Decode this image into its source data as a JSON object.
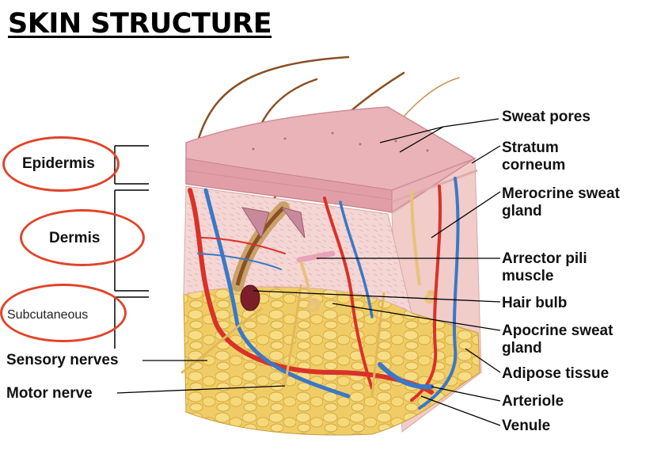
{
  "title": "SKIN STRUCTURE",
  "layers": {
    "epidermis": "Epidermis",
    "dermis": "Dermis",
    "subcutaneous": "Subcutaneous"
  },
  "labels": {
    "sweat_pores": "Sweat pores",
    "stratum_corneum_1": "Stratum",
    "stratum_corneum_2": "corneum",
    "merocrine_1": "Merocrine sweat",
    "merocrine_2": "gland",
    "arrector_1": "Arrector pili",
    "arrector_2": "muscle",
    "hair_bulb": "Hair bulb",
    "apocrine_1": "Apocrine sweat",
    "apocrine_2": "gland",
    "adipose": "Adipose tissue",
    "arteriole": "Arteriole",
    "venule": "Venule",
    "sensory_nerves": "Sensory nerves",
    "motor_nerve": "Motor nerve"
  },
  "colors": {
    "highlight_oval": "#e0442a",
    "epidermis": "#e9b3b8",
    "dermis": "#f3d2d2",
    "fat": "#f1cf6a",
    "artery": "#d8322a",
    "vein": "#3a78c8",
    "nerve": "#e2b85a",
    "hair": "#8a4f22"
  }
}
